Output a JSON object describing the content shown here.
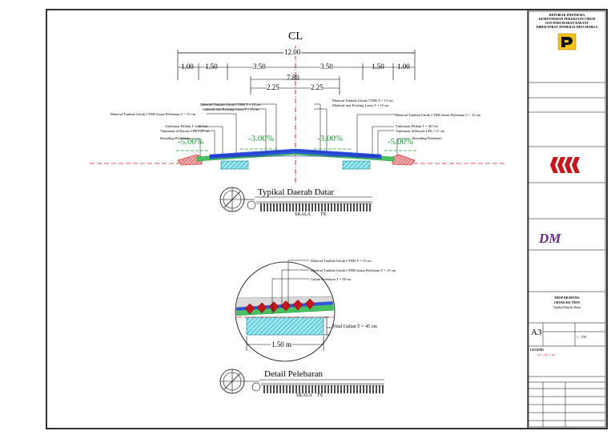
{
  "section": {
    "cl": "CL",
    "dims_top": {
      "total": "12.00",
      "left_shoulder": "1.00",
      "left_widen": "1.50",
      "left_lane": "3.50",
      "right_lane": "3.50",
      "right_widen": "1.50",
      "right_shoulder": "1.00",
      "existing": "7.80",
      "left_half": "2.25",
      "right_half": "2.25"
    },
    "left_notes": [
      "Material Tambah Untuk CTRB T = 15 cm",
      "Material dari Existing Lama T = 15 cm",
      "Material Tambah Untuk CTRB diatas Pelebaran T = 15 cm",
      "Timbunan Pilihan T = 30 Cm",
      "Timbunan di Bawah LPS = 27 cm",
      "Rounding Pelebaran"
    ],
    "right_notes": [
      "Material Tambah Untuk CTRB T = 15 cm",
      "Material dari Existing Lama T = 15 cm",
      "Material Tambah Untuk CTRB diatas Pelebaran T = 15 cm",
      "Timbunan Pilihan T = 30 Cm",
      "Timbunan di Bawah LPS = 27 cm",
      "Rounding Pelebaran"
    ],
    "slopes": {
      "outer_left": "-5.00%",
      "inner_left": "-3.00%",
      "inner_right": "-3.00%",
      "outer_right": "-5.00%"
    },
    "title": "Typikal Daerah Datar",
    "scale_label": "SKALA",
    "scale_value": "TS"
  },
  "detail": {
    "notes": [
      "Material Tambah Untuk CTRB T = 15 cm",
      "Material Tambah Untuk CTRB diatas Pelebaran T = 15 cm",
      "Galian Pelebaran T = 30 cm"
    ],
    "total": "Total Galian T = 45 cm",
    "width": "1.50 m",
    "title": "Detail Pelebaran",
    "scale_label": "SKALA",
    "scale_value": "TS"
  },
  "titleblock": {
    "header": [
      "REPUBLIK INDONESIA",
      "KEMENTERIAN PEKERJAAN UMUM",
      "DAN PERUMAHAN RAKYAT",
      "DIREKTORAT JENDERAL BINA MARGA"
    ],
    "drawing_title": [
      "SHOP DRAWING",
      "CROSS SECTION",
      "Typikal Daerah Datar"
    ],
    "sheet_size": "A3",
    "scale_value": "1 : 1/50",
    "legend_label": "LEGEND",
    "colors": {
      "cl_line": "#e8202a",
      "green": "#1f9e3a",
      "blue": "#1a3fd1",
      "cyan_hatch": "#27b8c9",
      "ground": "#d81b1b"
    }
  }
}
